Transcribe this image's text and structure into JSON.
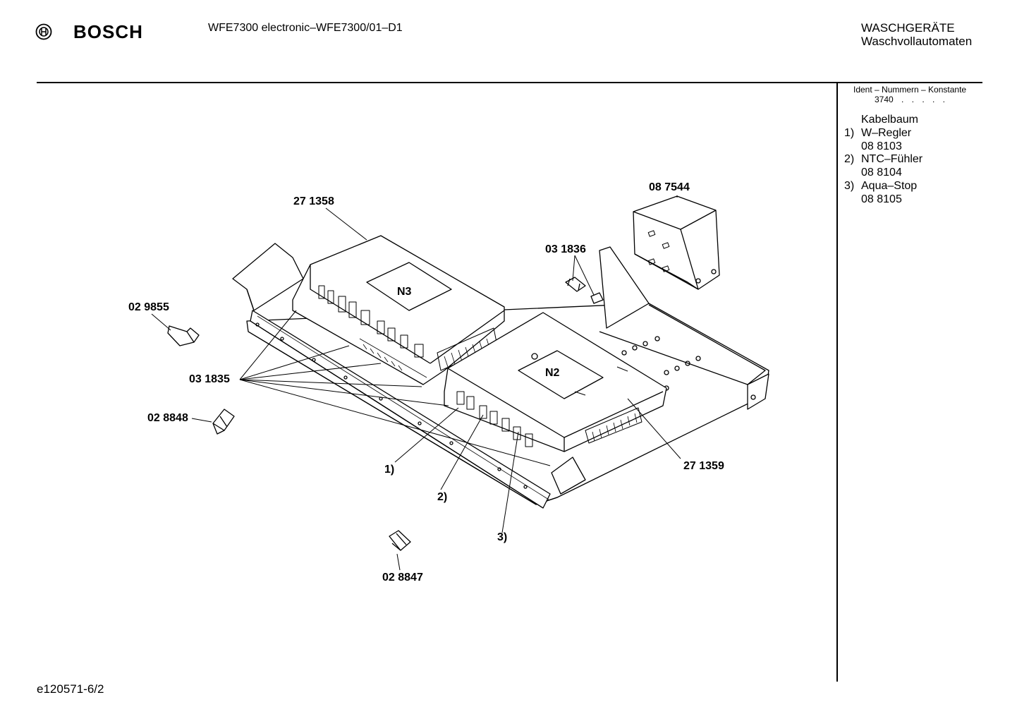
{
  "header": {
    "brand": "BOSCH",
    "model": "WFE7300 electronic–WFE7300/01–D1",
    "category_main": "WASCHGERÄTE",
    "category_sub": "Waschvollautomaten"
  },
  "side_panel": {
    "ident_title": "Ident – Nummern – Konstante",
    "ident_value": "3740",
    "ident_dots": ". . . . .",
    "legend_title": "Kabelbaum",
    "legend": [
      {
        "num": "1)",
        "name": "W–Regler",
        "part": "08 8103"
      },
      {
        "num": "2)",
        "name": "NTC–Fühler",
        "part": "08 8104"
      },
      {
        "num": "3)",
        "name": "Aqua–Stop",
        "part": "08 8105"
      }
    ]
  },
  "parts": {
    "p271358": "27 1358",
    "p087544": "08 7544",
    "p031836": "03 1836",
    "p029855": "02 9855",
    "p031835": "03 1835",
    "p028848": "02 8848",
    "p271359": "27 1359",
    "p028847": "02 8847",
    "c1": "1)",
    "c2": "2)",
    "c3": "3)",
    "n3": "N3",
    "n2": "N2"
  },
  "footer": {
    "ref": "e120571-6/2"
  }
}
